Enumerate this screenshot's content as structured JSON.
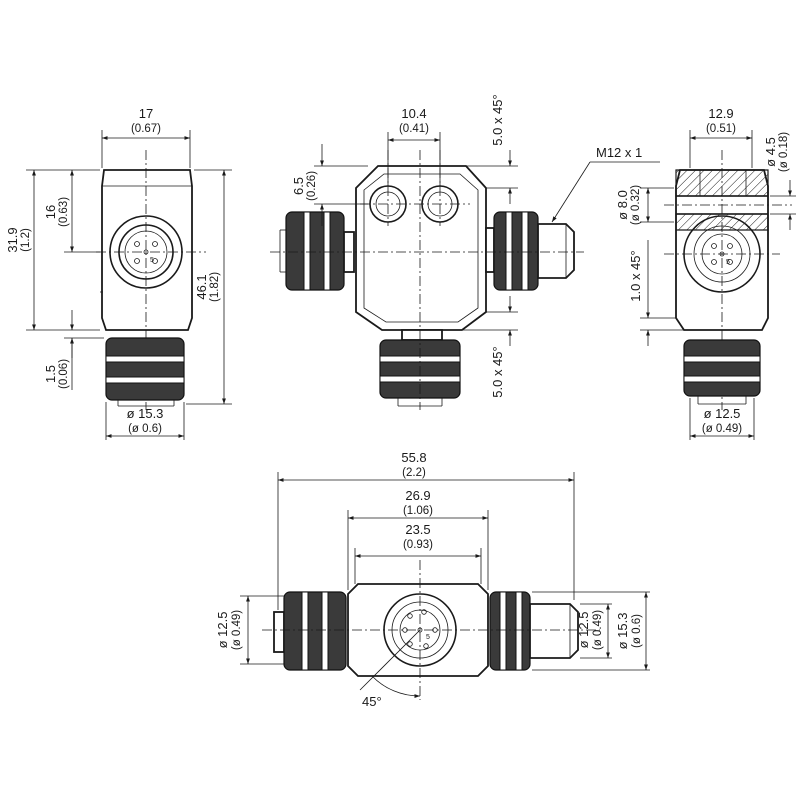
{
  "dimensions": {
    "left_view": {
      "width_mm": "17",
      "width_in": "(0.67)",
      "height_mm": "31.9",
      "height_in": "(1.2)",
      "upper_mm": "16",
      "upper_in": "(0.63)",
      "total_mm": "46.1",
      "total_in": "(1.82)",
      "gap_mm": "1.5",
      "gap_in": "(0.06)",
      "diameter_mm": "ø 15.3",
      "diameter_in": "(ø 0.6)"
    },
    "front_view": {
      "width_mm": "10.4",
      "width_in": "(0.41)",
      "hole_mm": "6.5",
      "hole_in": "(0.26)",
      "chamfer_top": "5.0 x 45°",
      "chamfer_bottom": "5.0 x 45°",
      "thread": "M12 x 1"
    },
    "right_view": {
      "width_mm": "12.9",
      "width_in": "(0.51)",
      "hole_small_mm": "ø 4.5",
      "hole_small_in": "(ø 0.18)",
      "hole_large_mm": "ø 8.0",
      "hole_large_in": "(ø 0.32)",
      "chamfer": "1.0 x 45°",
      "diameter_mm": "ø 12.5",
      "diameter_in": "(ø 0.49)"
    },
    "bottom_view": {
      "overall_mm": "55.8",
      "overall_in": "(2.2)",
      "mid_mm": "26.9",
      "mid_in": "(1.06)",
      "inner_mm": "23.5",
      "inner_in": "(0.93)",
      "left_dia_mm": "ø 12.5",
      "left_dia_in": "(ø 0.49)",
      "right_dia1_mm": "ø 12.5",
      "right_dia1_in": "(ø 0.49)",
      "right_dia2_mm": "ø 15.3",
      "right_dia2_in": "(ø 0.6)",
      "angle": "45°"
    },
    "pin_label": "5"
  }
}
